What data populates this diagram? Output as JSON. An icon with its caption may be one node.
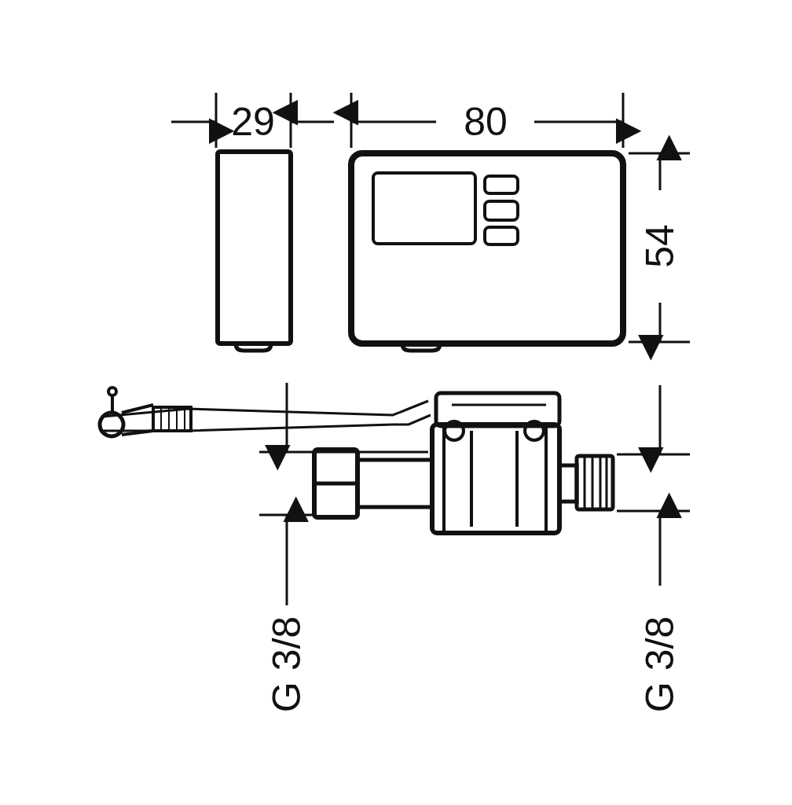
{
  "diagram": {
    "labels": [
      "29",
      "80",
      "54",
      "G 3/8",
      "G 3/8"
    ]
  }
}
